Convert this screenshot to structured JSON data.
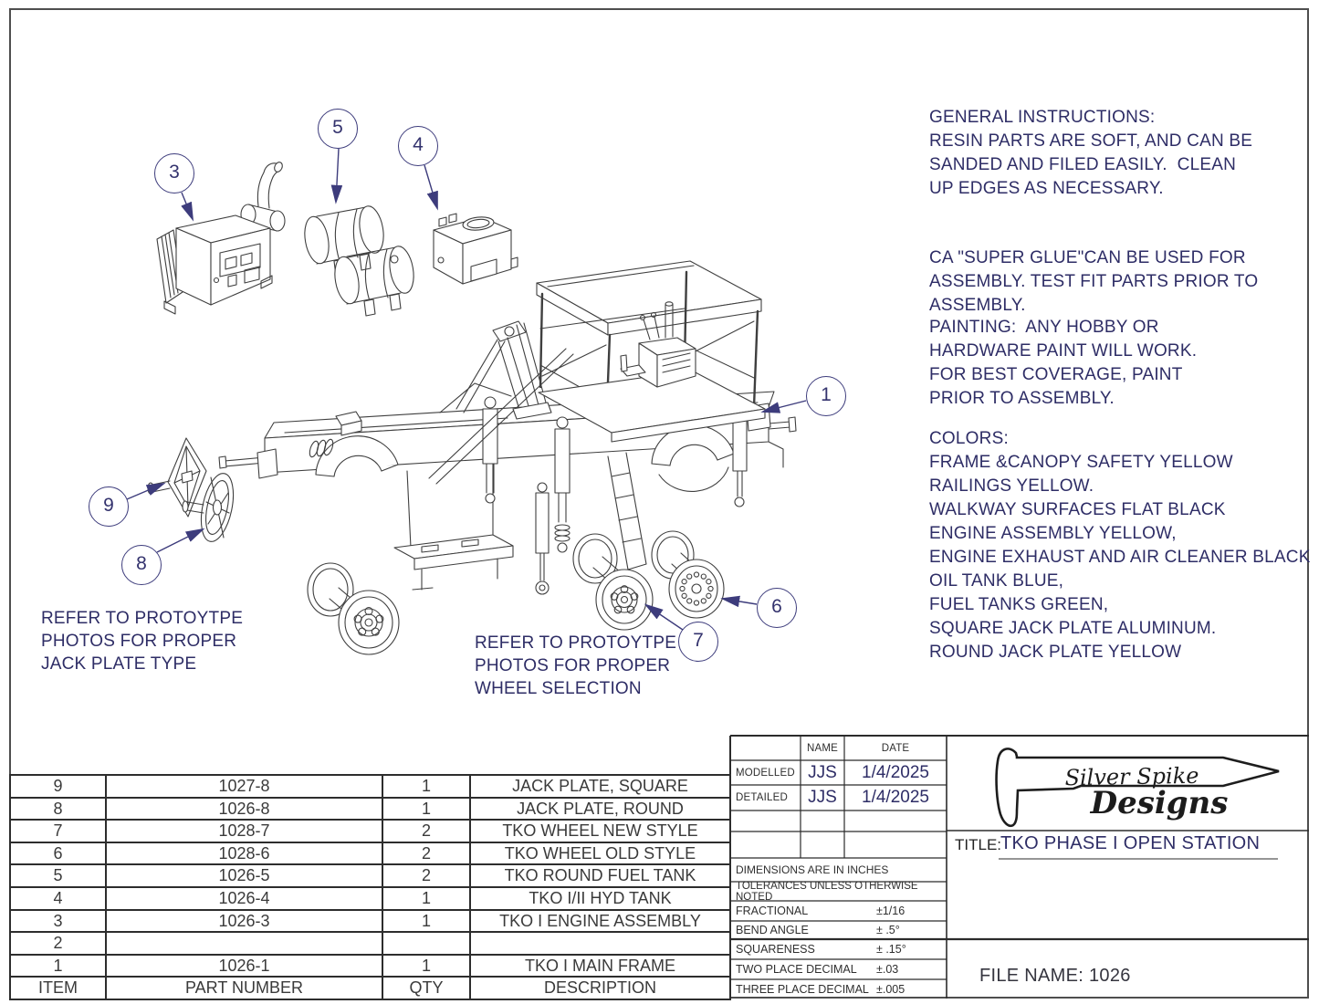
{
  "instructions": {
    "p1": "GENERAL INSTRUCTIONS:\nRESIN PARTS ARE SOFT, AND CAN BE\nSANDED AND FILED EASILY.  CLEAN\nUP EDGES AS NECESSARY.",
    "p2": "CA \"SUPER GLUE\"CAN BE USED FOR\nASSEMBLY. TEST FIT PARTS PRIOR TO\nASSEMBLY.",
    "p3": "PAINTING:  ANY HOBBY OR\nHARDWARE PAINT WILL WORK.\nFOR BEST COVERAGE, PAINT\nPRIOR TO ASSEMBLY.",
    "p4": "COLORS:\nFRAME &CANOPY SAFETY YELLOW\nRAILINGS YELLOW.\nWALKWAY SURFACES FLAT BLACK\nENGINE ASSEMBLY YELLOW,\nENGINE EXHAUST AND AIR CLEANER BLACK\nOIL TANK BLUE,\nFUEL TANKS GREEN,\nSQUARE JACK PLATE ALUMINUM.\nROUND JACK PLATE YELLOW"
  },
  "notes": {
    "jack_plate": "REFER TO PROTOYTPE\nPHOTOS FOR PROPER\nJACK PLATE TYPE",
    "wheel": "REFER TO PROTOYTPE\nPHOTOS FOR PROPER\nWHEEL SELECTION"
  },
  "balloons": {
    "b1": "1",
    "b3": "3",
    "b4": "4",
    "b5": "5",
    "b6": "6",
    "b7": "7",
    "b8": "8",
    "b9": "9"
  },
  "bom": {
    "headers": [
      "ITEM",
      "PART NUMBER",
      "QTY",
      "DESCRIPTION"
    ],
    "rows": [
      [
        "9",
        "1027-8",
        "1",
        "JACK PLATE, SQUARE"
      ],
      [
        "8",
        "1026-8",
        "1",
        "JACK PLATE, ROUND"
      ],
      [
        "7",
        "1028-7",
        "2",
        "TKO WHEEL NEW STYLE"
      ],
      [
        "6",
        "1028-6",
        "2",
        "TKO WHEEL OLD STYLE"
      ],
      [
        "5",
        "1026-5",
        "2",
        "TKO ROUND FUEL TANK"
      ],
      [
        "4",
        "1026-4",
        "1",
        "TKO I/II HYD TANK"
      ],
      [
        "3",
        "1026-3",
        "1",
        "TKO I ENGINE ASSEMBLY"
      ],
      [
        "2",
        "",
        "",
        ""
      ],
      [
        "1",
        "1026-1",
        "1",
        "TKO I MAIN FRAME"
      ]
    ]
  },
  "title_block": {
    "name_header": "NAME",
    "date_header": "DATE",
    "modelled_label": "MODELLED",
    "modelled_name": "JJS",
    "modelled_date": "1/4/2025",
    "detailed_label": "DETAILED",
    "detailed_name": "JJS",
    "detailed_date": "1/4/2025",
    "dims_note": "DIMENSIONS ARE IN INCHES",
    "tol_note": "TOLERANCES UNLESS OTHERWISE NOTED",
    "tolerances": [
      {
        "label": "FRACTIONAL",
        "value": "±1/16"
      },
      {
        "label": "BEND ANGLE",
        "value": "± .5°"
      },
      {
        "label": "SQUARENESS",
        "value": "± .15°"
      },
      {
        "label": "TWO PLACE DECIMAL",
        "value": "±.03"
      },
      {
        "label": "THREE PLACE DECIMAL",
        "value": "±.005"
      }
    ],
    "title_label": "TITLE:",
    "title": "TKO PHASE I OPEN STATION",
    "file_name": "FILE NAME: 1026",
    "logo_line1": "Silver Spike",
    "logo_line2": "Designs"
  },
  "colors": {
    "text_navy": "#2e2d66",
    "callout_navy": "#3d3c7c",
    "line": "#3f3f3f"
  }
}
